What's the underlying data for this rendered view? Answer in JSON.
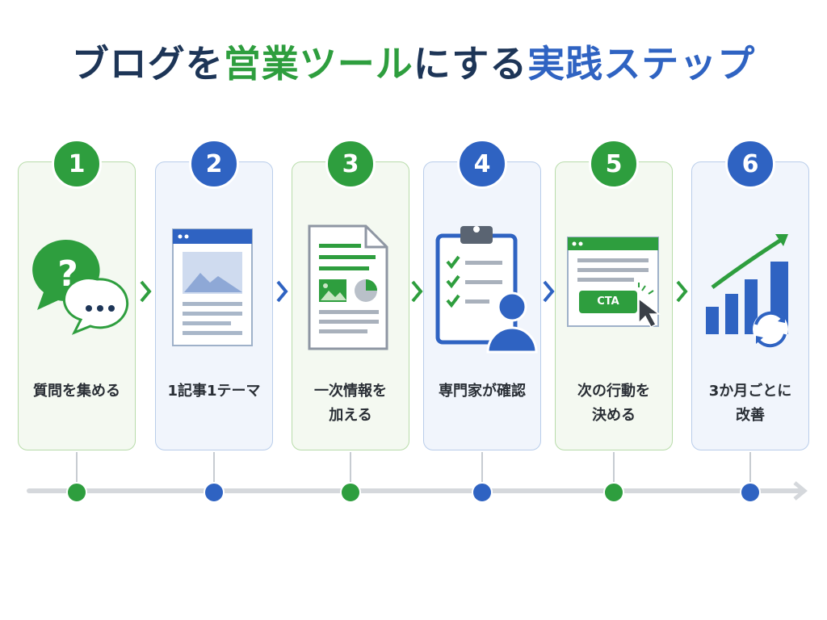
{
  "title": {
    "part1": "ブログを",
    "part2": "営業ツール",
    "part3": "にする",
    "part4": "実践ステップ"
  },
  "colors": {
    "navy": "#1d3557",
    "green": "#2e9e3e",
    "blue": "#2f63c2",
    "timeline": "#d5d8dc"
  },
  "steps": [
    {
      "number": "1",
      "line1": "質問を集める",
      "line2": "",
      "color": "green",
      "icon": "question-chat-icon"
    },
    {
      "number": "2",
      "line1": "1記事1テーマ",
      "line2": "",
      "color": "blue",
      "icon": "web-article-icon"
    },
    {
      "number": "3",
      "line1": "一次情報を",
      "line2": "加える",
      "color": "green",
      "icon": "document-report-icon"
    },
    {
      "number": "4",
      "line1": "専門家が確認",
      "line2": "",
      "color": "blue",
      "icon": "clipboard-expert-icon"
    },
    {
      "number": "5",
      "line1": "次の行動を",
      "line2": "決める",
      "color": "green",
      "icon": "cta-click-icon",
      "cta_label": "CTA"
    },
    {
      "number": "6",
      "line1": "3か月ごとに",
      "line2": "改善",
      "color": "blue",
      "icon": "growth-cycle-icon"
    }
  ]
}
